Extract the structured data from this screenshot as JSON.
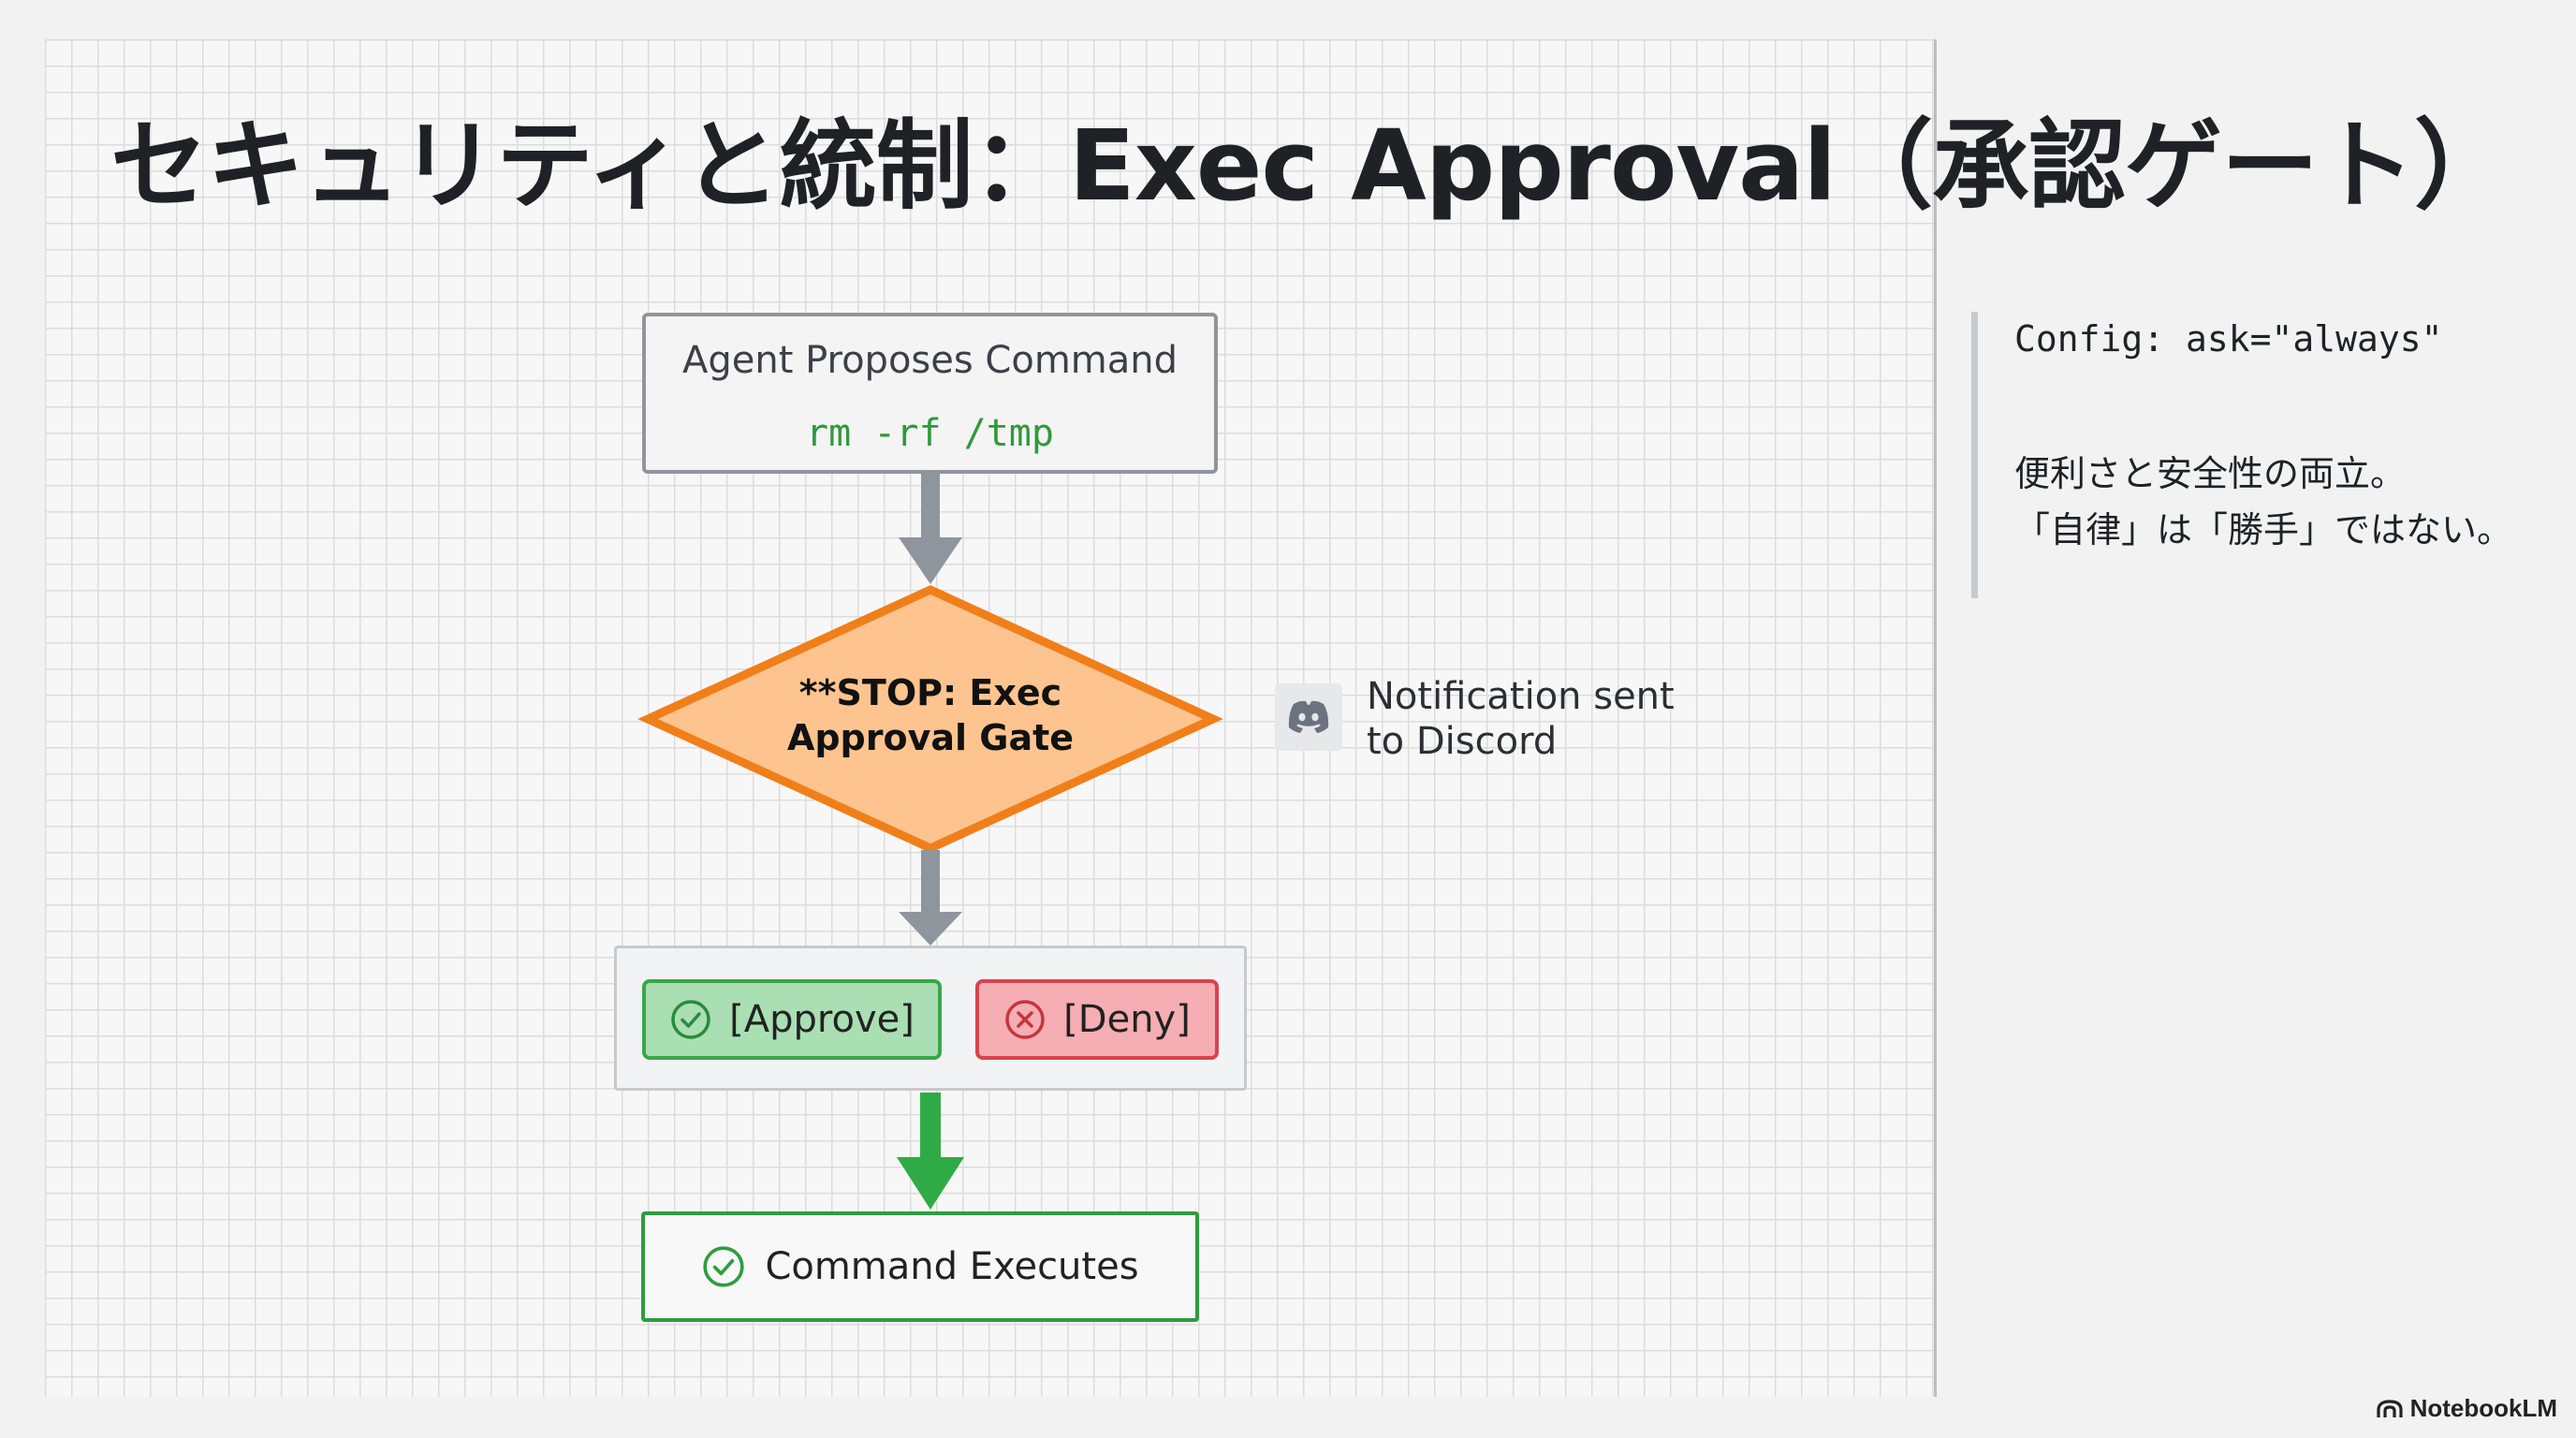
{
  "slide": {
    "title": "セキュリティと統制：Exec Approval（承認ゲート）"
  },
  "flow": {
    "propose": {
      "label": "Agent Proposes Command",
      "command": "rm -rf /tmp"
    },
    "gate": {
      "line1": "**STOP: Exec",
      "line2": "Approval Gate"
    },
    "notification": {
      "line1": "Notification sent",
      "line2": "to Discord",
      "icon": "discord-icon"
    },
    "decision": {
      "approve": "[Approve]",
      "deny": "[Deny]"
    },
    "result": {
      "label": "Command Executes"
    }
  },
  "side": {
    "config": "Config: ask=\"always\"",
    "note_line1": "便利さと安全性の両立。",
    "note_line2": "「自律」は「勝手」ではない。"
  },
  "brand": {
    "name": "NotebookLM"
  },
  "colors": {
    "gate_fill": "#fdc48f",
    "gate_stroke": "#f07f1a",
    "approve": "#3aa64c",
    "deny": "#d8434d",
    "command_green": "#2f9a3b"
  }
}
